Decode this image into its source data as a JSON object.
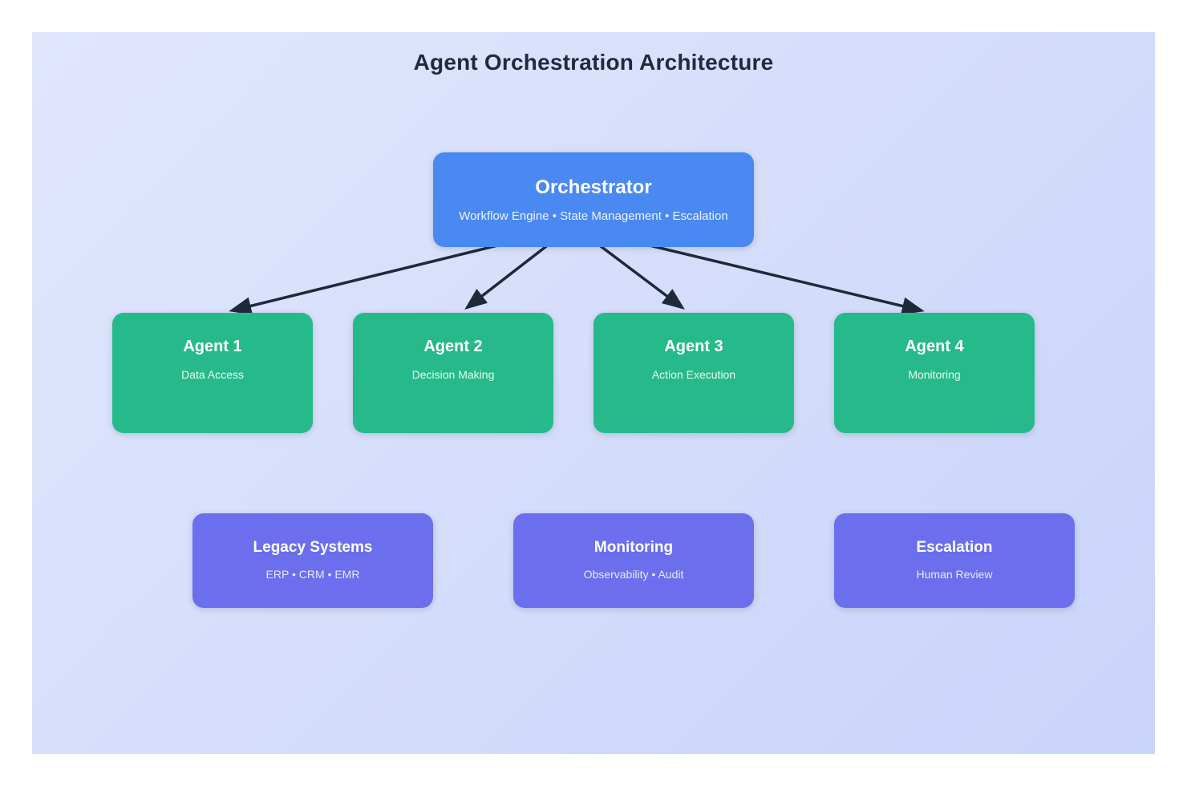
{
  "title": "Agent Orchestration Architecture",
  "colors": {
    "background_gradient_start": "#e1e6fd",
    "background_gradient_end": "#c9d4f9",
    "orchestrator_fill": "#4a88f2",
    "agent_fill": "#26ba8b",
    "system_fill": "#6b6fee",
    "arrow": "#1e2a3a",
    "title_text": "#1e2b3c"
  },
  "orchestrator": {
    "title": "Orchestrator",
    "subtitle": "Workflow Engine • State Management • Escalation"
  },
  "agents": [
    {
      "title": "Agent 1",
      "subtitle": "Data Access"
    },
    {
      "title": "Agent 2",
      "subtitle": "Decision Making"
    },
    {
      "title": "Agent 3",
      "subtitle": "Action Execution"
    },
    {
      "title": "Agent 4",
      "subtitle": "Monitoring"
    }
  ],
  "systems": [
    {
      "title": "Legacy Systems",
      "subtitle": "ERP • CRM • EMR"
    },
    {
      "title": "Monitoring",
      "subtitle": "Observability • Audit"
    },
    {
      "title": "Escalation",
      "subtitle": "Human Review"
    }
  ]
}
